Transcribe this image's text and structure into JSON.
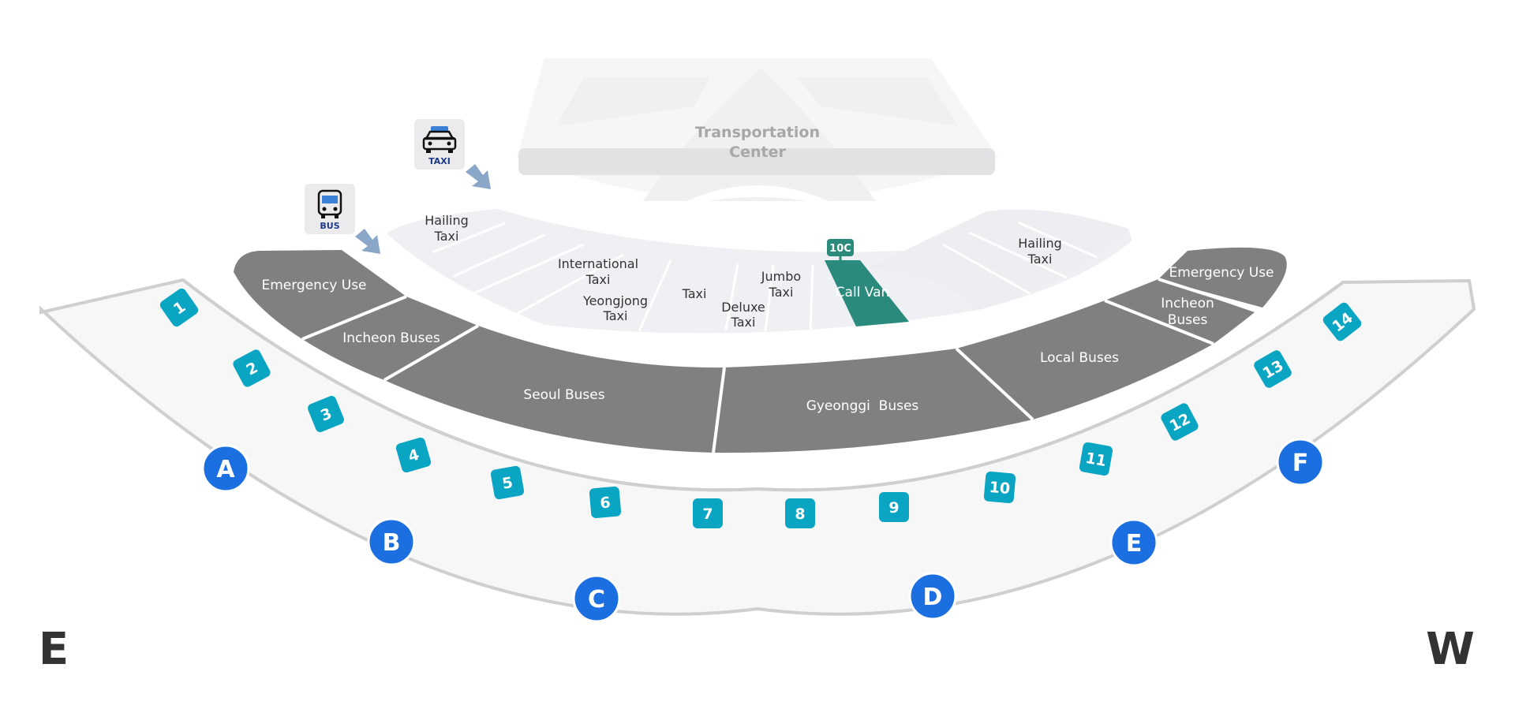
{
  "transportation_center": {
    "line1": "Transportation",
    "line2": "Center"
  },
  "icons": {
    "taxi": {
      "caption": "TAXI",
      "icon": "taxi-icon"
    },
    "bus": {
      "caption": "BUS",
      "icon": "bus-icon"
    }
  },
  "taxi_zones": {
    "hailing_left": [
      "Hailing",
      "Taxi"
    ],
    "international": [
      "International",
      "Taxi"
    ],
    "yeongjong": [
      "Yeongjong",
      "Taxi"
    ],
    "taxi": [
      "Taxi"
    ],
    "deluxe": [
      "Deluxe",
      "Taxi"
    ],
    "jumbo": [
      "Jumbo",
      "Taxi"
    ],
    "call_van": [
      "Call Van"
    ],
    "call_van_tag": "10C",
    "hailing_right": [
      "Hailing",
      "Taxi"
    ]
  },
  "bus_zones": {
    "emergency_left": [
      "Emergency Use"
    ],
    "incheon_left": [
      "Incheon Buses"
    ],
    "seoul": [
      "Seoul Buses"
    ],
    "gyeonggi": [
      "Gyeonggi  Buses"
    ],
    "local": [
      "Local Buses"
    ],
    "incheon_right": [
      "Incheon",
      "Buses"
    ],
    "emergency_right": [
      "Emergency Use"
    ]
  },
  "gates": [
    "1",
    "2",
    "3",
    "4",
    "5",
    "6",
    "7",
    "8",
    "9",
    "10",
    "11",
    "12",
    "13",
    "14"
  ],
  "exits": [
    "A",
    "B",
    "C",
    "D",
    "E",
    "F"
  ],
  "compass": {
    "left": "E",
    "right": "W"
  },
  "colors": {
    "bus_zone": "#808080",
    "taxi_zone": "#eef0f4",
    "call_van": "#2a8a7c",
    "gate_badge": "#0aa5c2",
    "exit_circle": "#1c6fe0",
    "walkway": "#f7f7f7",
    "arrow": "#8aa6c8"
  }
}
